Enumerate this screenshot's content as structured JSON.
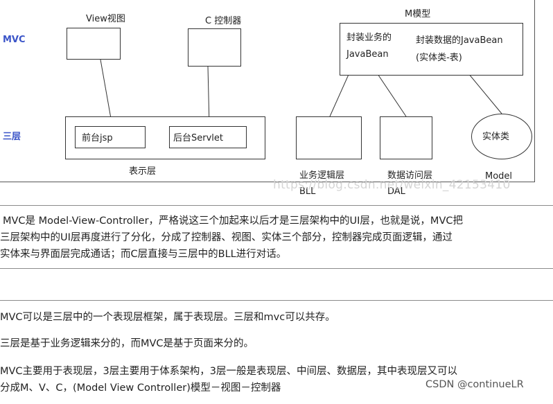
{
  "diagram": {
    "row_mvc": "MVC",
    "row_three_layers": "三层",
    "view_label": "View视图",
    "controller_label": "C 控制器",
    "model_label": "M模型",
    "model_business_line1": "封装业务的",
    "model_business_line2": "JavaBean",
    "model_data_line1": "封装数据的JavaBean",
    "model_data_line2": "(实体类-表)",
    "front_jsp": "前台jsp",
    "back_servlet": "后台Servlet",
    "presentation_layer": "表示层",
    "bll_line1": "业务逻辑层",
    "bll_line2": "BLL",
    "dal_line1": "数据访问层",
    "dal_line2": "DAL",
    "entity": "实体类",
    "model_caption": "Model",
    "watermark": "https://blog.csdn.net/weixin_42153410"
  },
  "text1": {
    "line1": "MVC是 Model-View-Controller，严格说这三个加起来以后才是三层架构中的UI层，也就是说，MVC把",
    "line2": "三层架构中的UI层再度进行了分化，分成了控制器、视图、实体三个部分，控制器完成页面逻辑，通过",
    "line3": "实体来与界面层完成通话；而C层直接与三层中的BLL进行对话。"
  },
  "text2": {
    "p1": "MVC可以是三层中的一个表现层框架，属于表现层。三层和mvc可以共存。",
    "p2": "三层是基于业务逻辑来分的，而MVC是基于页面来分的。",
    "p3_line1": "MVC主要用于表现层，3层主要用于体系架构，3层一般是表现层、中间层、数据层，其中表现层又可以",
    "p3_line2": "分成M、V、C，(Model View Controller)模型－视图－控制器"
  },
  "footer": {
    "csdn": "CSDN @continueLR"
  }
}
